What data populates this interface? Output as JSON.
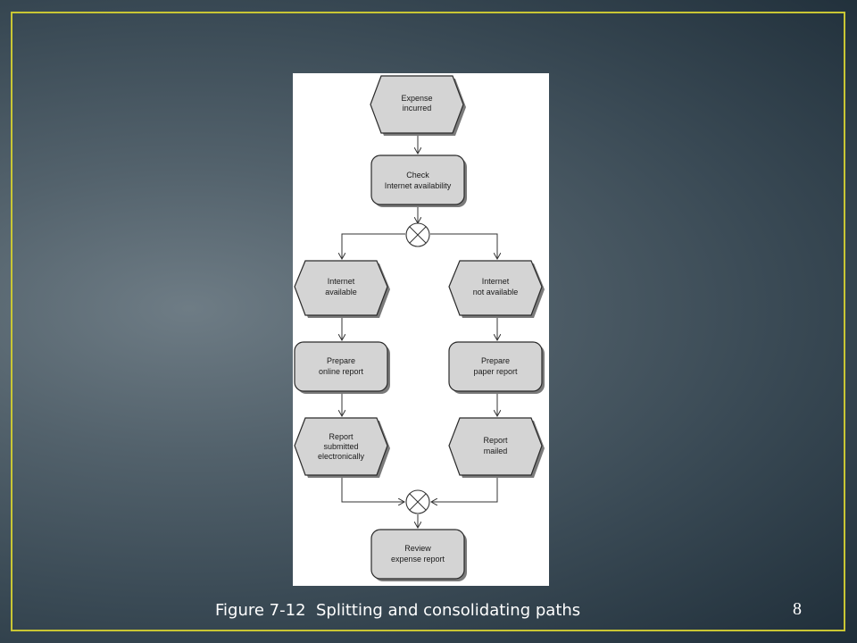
{
  "slide": {
    "caption": "Figure 7-12  Splitting and consolidating paths",
    "slide_number": "8",
    "border_color": "#c9c634"
  },
  "diagram": {
    "nodes": [
      {
        "id": "expense-incurred",
        "kind": "event",
        "lines": [
          "Expense",
          "incurred"
        ]
      },
      {
        "id": "check-internet",
        "kind": "function",
        "lines": [
          "Check",
          "Internet availability"
        ]
      },
      {
        "id": "internet-available",
        "kind": "event",
        "lines": [
          "Internet",
          "available"
        ]
      },
      {
        "id": "internet-not-available",
        "kind": "event",
        "lines": [
          "Internet",
          "not available"
        ]
      },
      {
        "id": "prepare-online",
        "kind": "function",
        "lines": [
          "Prepare",
          "online report"
        ]
      },
      {
        "id": "prepare-paper",
        "kind": "function",
        "lines": [
          "Prepare",
          "paper report"
        ]
      },
      {
        "id": "report-submitted",
        "kind": "event",
        "lines": [
          "Report",
          "submitted",
          "electronically"
        ]
      },
      {
        "id": "report-mailed",
        "kind": "event",
        "lines": [
          "Report",
          "mailed"
        ]
      },
      {
        "id": "review-expense",
        "kind": "function",
        "lines": [
          "Review",
          "expense report"
        ]
      }
    ],
    "connectors": [
      {
        "id": "split",
        "symbol": "XOR"
      },
      {
        "id": "merge",
        "symbol": "XOR"
      }
    ]
  }
}
